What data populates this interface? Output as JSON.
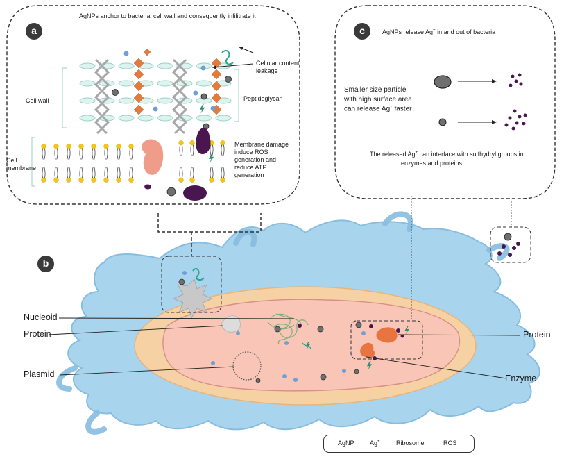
{
  "panel_a": {
    "badge": "a",
    "title": "AgNPs anchor to bacterial cell wall and consequently infilitrate it",
    "cell_wall_label": "Cell wall",
    "peptidoglycan_label": "Peptidoglycan",
    "leakage_label_line1": "Cellular content",
    "leakage_label_line2": "leakage",
    "membrane_label_line1": "Cell",
    "membrane_label_line2": "membrane",
    "damage_line1": "Membrane damage",
    "damage_line2": "induce ROS",
    "damage_line3": "generation and",
    "damage_line4": "reduce ATP",
    "damage_line5": "generation"
  },
  "panel_b": {
    "badge": "b",
    "nucleoid_label": "Nucleoid",
    "protein_left_label": "Protein",
    "plasmid_label": "Plasmid",
    "protein_right_label": "Protein",
    "enzyme_label": "Enzyme"
  },
  "panel_c": {
    "badge": "c",
    "title_pre": "AgNPs release Ag",
    "title_sup": "+",
    "title_post": " in and out of bacteria",
    "size_line1": "Smaller size particle",
    "size_line2": "with high surface area",
    "size_line3_pre": "can release Ag",
    "size_line3_sup": "+",
    "size_line3_post": " faster",
    "interface_line1_pre": "The released Ag",
    "interface_line1_sup": "+",
    "interface_line1_post": " can interface with sulfhydryl groups in",
    "interface_line2": "enzymes and proteins"
  },
  "legend": {
    "agnp": "AgNP",
    "ag_pre": "Ag",
    "ag_sup": "+",
    "ribosome": "Ribosome",
    "ros": "ROS"
  },
  "colors": {
    "bacteria_outer": "#a9d4ee",
    "cell_wall": "#f6d1a4",
    "cytoplasm": "#f8c5b6",
    "agnp": "#6f6f6f",
    "ag_ion": "#4a1650",
    "ribosome": "#6e9fd6",
    "peptidoglycan": "#ddf3f0",
    "teichoic": "#e37b3f",
    "lipid_head": "#f5c518",
    "protein": "#e8753f",
    "membrane_protein": "#ef9d8a",
    "ros": "#2e8b6b"
  }
}
